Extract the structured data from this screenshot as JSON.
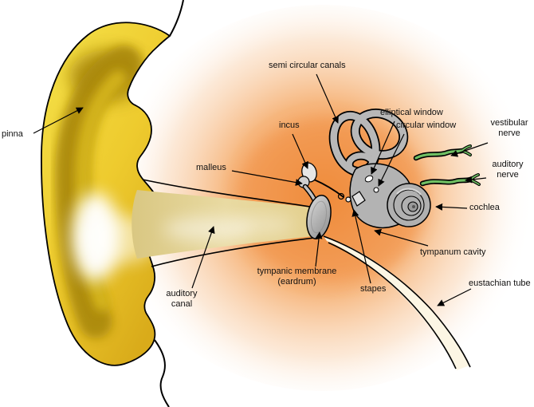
{
  "labels": {
    "pinna": "pinna",
    "semi_circular_canals": "semi circular canals",
    "incus": "incus",
    "elliptical_window": "elliptical window",
    "circular_window": "circular window",
    "vestibular_nerve": "vestibular nerve",
    "auditory_nerve": "auditory nerve",
    "malleus": "malleus",
    "cochlea": "cochlea",
    "tympanum_cavity": "tympanum cavity",
    "tympanic_membrane": "tympanic membrane (eardrum)",
    "stapes": "stapes",
    "auditory_canal": "auditory canal",
    "eustachian_tube": "eustachian tube"
  },
  "colors": {
    "pinna_yellow": "#f1d733",
    "pinna_gold": "#dcb81e",
    "pinna_shadow": "#ab8a0c",
    "canal_tan": "#e0d091",
    "background_orange": "#f08d38",
    "bone_gray": "#b3b3b3",
    "membrane_gray": "#aaaaaa",
    "nerve_green": "#6fbf63",
    "outline": "#000000",
    "label_text": "#111111"
  }
}
